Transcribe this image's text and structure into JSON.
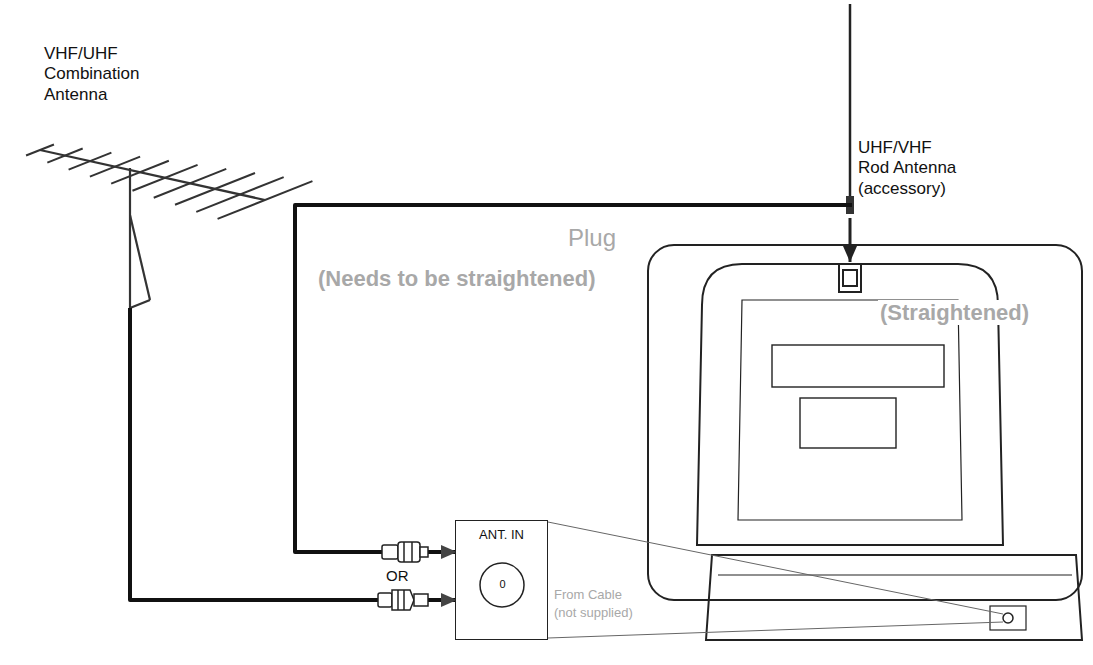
{
  "diagram": {
    "nodes": [
      {
        "text": [
          "VHF/UHF Combination Antenna"
        ]
      },
      {
        "text": [
          "UHF/VHF Rod Antenna",
          "(accessory)"
        ]
      },
      {
        "text": [
          "ANT. IN",
          "0"
        ]
      }
    ],
    "edges": [
      {
        "from": 0,
        "to": 2,
        "arrow": "to"
      },
      {
        "from": 1,
        "to": 2,
        "arrow": "to"
      }
    ],
    "labels": [
      "OR",
      "Plug",
      "(Needs to be straightened)",
      "(Straightened)",
      "From Cable",
      "(not supplied)"
    ]
  }
}
